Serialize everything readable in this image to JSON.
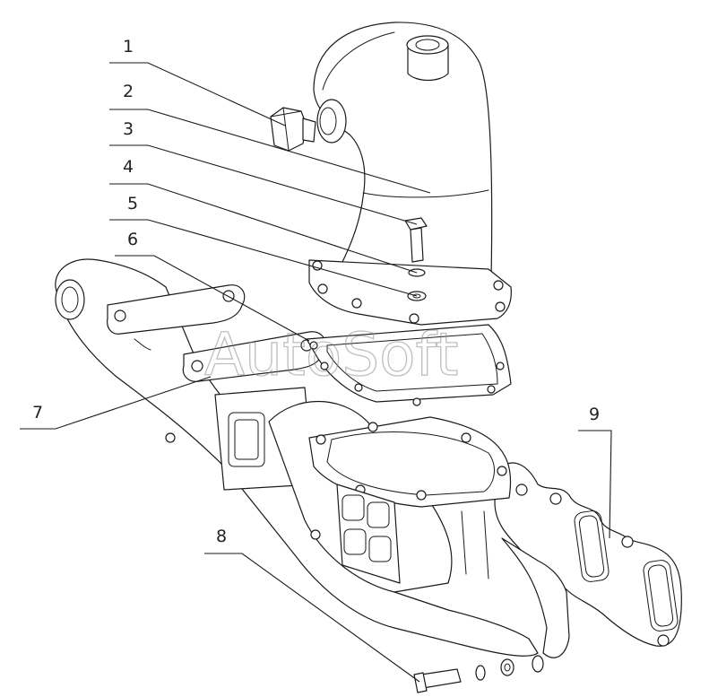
{
  "callouts": [
    "1",
    "2",
    "3",
    "4",
    "5",
    "6",
    "7",
    "8",
    "9"
  ],
  "watermark": "AutoSoft",
  "colors": {
    "line": "#1a1a1a",
    "background": "#ffffff",
    "watermark": "#8a8a8a"
  }
}
